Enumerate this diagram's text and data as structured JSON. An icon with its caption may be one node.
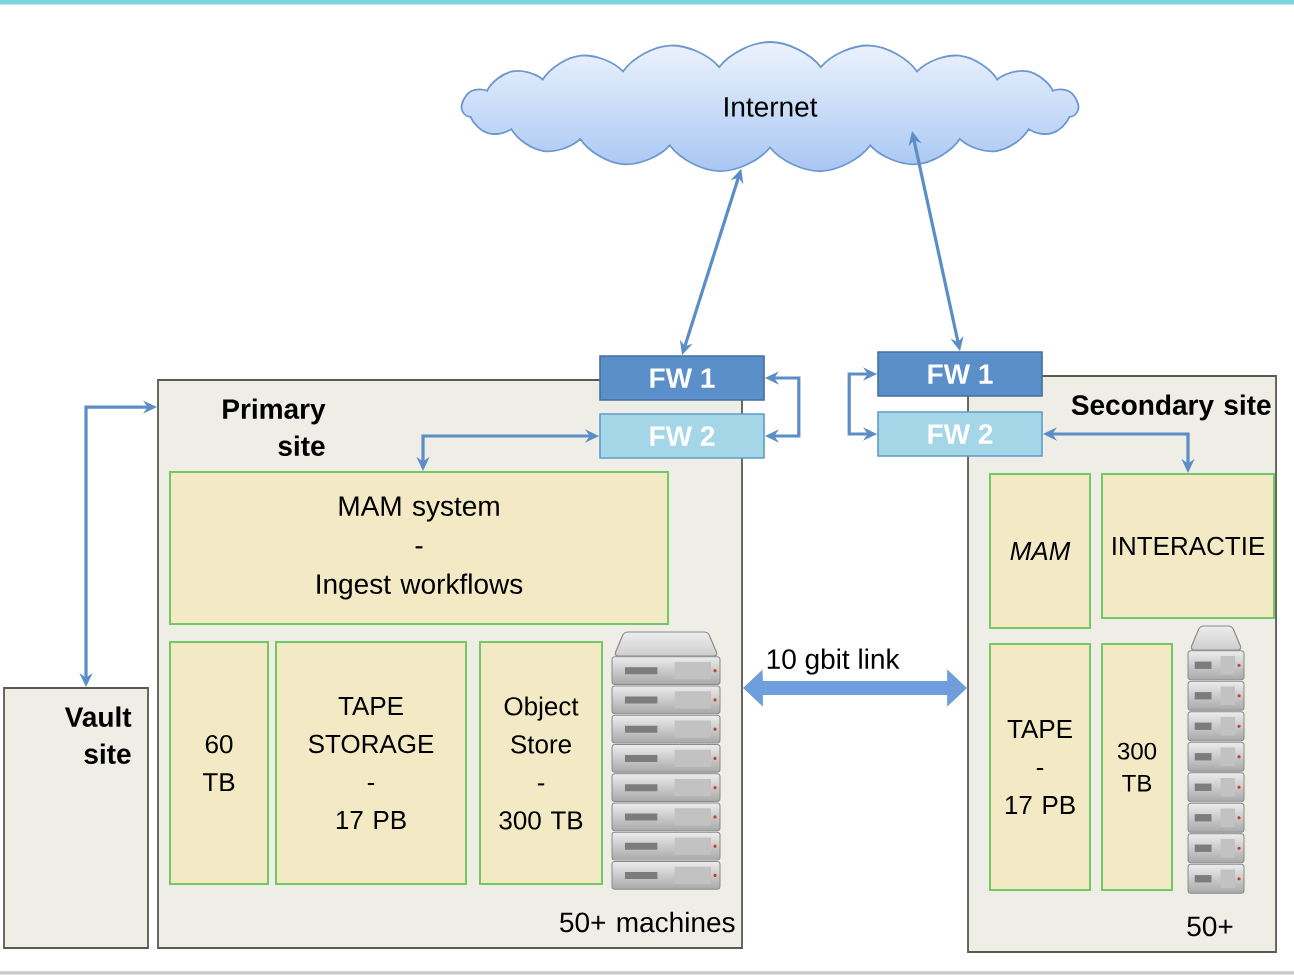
{
  "diagram": {
    "nodes": [
      {
        "text": [
          "Internet"
        ]
      },
      {
        "text": [
          "FW 1"
        ]
      },
      {
        "text": [
          "FW 2"
        ]
      },
      {
        "text": [
          "FW 1"
        ]
      },
      {
        "text": [
          "FW 2"
        ]
      },
      {
        "text": [
          "Primary site",
          "50+ machines"
        ]
      },
      {
        "text": [
          "MAM system - Ingest workflows"
        ],
        "in": 5
      },
      {
        "text": [
          "60 TB"
        ],
        "in": 5
      },
      {
        "text": [
          "TAPE STORAGE - 17 PB"
        ],
        "in": 5
      },
      {
        "text": [
          "Object Store - 300 TB"
        ],
        "in": 5
      },
      {
        "text": [
          "Secondary site",
          "50+"
        ]
      },
      {
        "text": [
          "MAM"
        ],
        "in": 10
      },
      {
        "text": [
          "INTERACTIE"
        ],
        "in": 10
      },
      {
        "text": [
          "TAPE - 17 PB"
        ],
        "in": 10
      },
      {
        "text": [
          "300 TB"
        ],
        "in": 10
      },
      {
        "text": [
          "Vault site"
        ]
      }
    ],
    "edges": [
      {
        "from": 0,
        "to": 1,
        "arrow": "both"
      },
      {
        "from": 0,
        "to": 3,
        "arrow": "both"
      },
      {
        "from": 1,
        "to": 2,
        "arrow": "both"
      },
      {
        "from": 2,
        "to": 6,
        "arrow": "both"
      },
      {
        "from": 3,
        "to": 4,
        "arrow": "both"
      },
      {
        "from": 4,
        "to": 12,
        "arrow": "both"
      },
      {
        "from": 15,
        "to": 5,
        "arrow": "both"
      },
      {
        "from": 5,
        "to": 10,
        "arrow": "both",
        "label": "10 gbit link",
        "style": "thick"
      }
    ]
  }
}
